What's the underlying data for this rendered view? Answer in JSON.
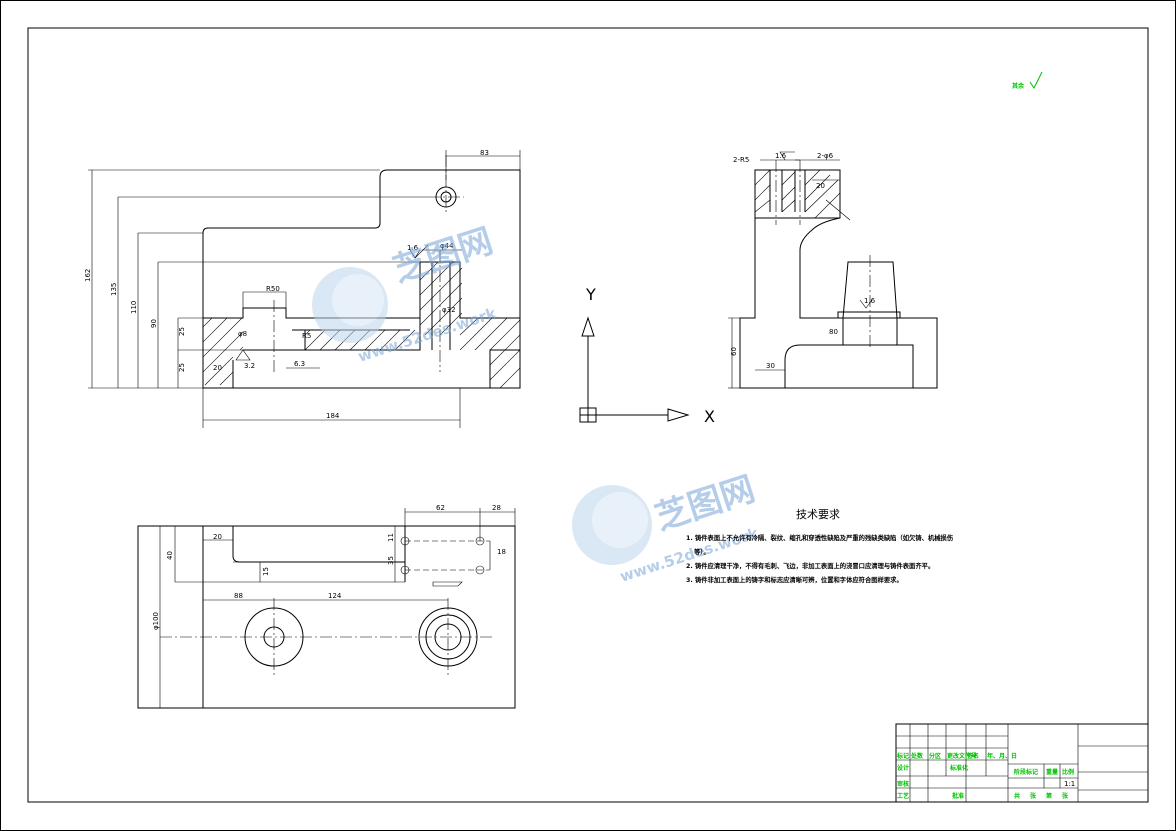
{
  "roughness_note": "其余",
  "dims": {
    "d_83": "83",
    "d_162": "162",
    "d_135": "135",
    "d_110": "110",
    "d_90": "90",
    "d_25a": "25",
    "d_25b": "25",
    "d_20": "20",
    "d_r50": "R50",
    "d_phi8": "φ8",
    "d_phi44": "φ44",
    "d_phi32": "φ32",
    "d_r5": "R5",
    "d_184": "184",
    "d_rough1": "1.6",
    "d_rough2": "3.2",
    "d_rough3": "6.3",
    "d_2xr5": "2-R5",
    "d_16": "1.6",
    "d_2phi6": "2-φ6",
    "d_60": "60",
    "d_30": "30",
    "d_20r": "20",
    "d_80": "80",
    "d_14": "1.6",
    "d_62": "62",
    "d_28": "28",
    "d_40": "40",
    "d_15": "15",
    "d_11": "11",
    "d_35": "35",
    "d_top20": "20",
    "d_88": "88",
    "d_124": "124",
    "d_phi100": "φ100",
    "d_18": "18"
  },
  "axes": {
    "x": "X",
    "y": "Y"
  },
  "tech": {
    "title": "技术要求",
    "items": [
      "1. 铸件表面上不允许有冷隔、裂纹、缩孔和穿透性缺陷及严重的残缺类缺陷（如欠铸、机械损伤",
      "等）。",
      "2. 铸件应清理干净，不得有毛刺、飞边，非加工表面上的浇冒口应清理与铸件表面齐平。",
      "3. 铸件非加工表面上的铸字和标志应清晰可辨，位置和字体应符合图样要求。"
    ]
  },
  "watermark": {
    "brand": "芝图网",
    "url": "www.52des.work"
  },
  "titleblock": {
    "labels": [
      "标记",
      "处数",
      "分区",
      "更改文件号",
      "签名",
      "年、月、日",
      "设计",
      "标准化",
      "阶段标记",
      "重量",
      "比例",
      "审核",
      "工艺",
      "批准",
      "共",
      "张",
      "第",
      "张"
    ],
    "scale": "1:1"
  }
}
